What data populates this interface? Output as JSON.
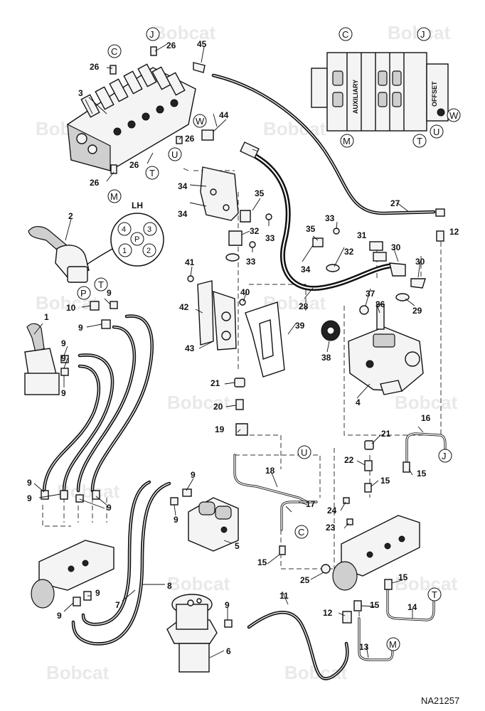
{
  "diagram": {
    "drawing_number": "NA21257",
    "watermark": "Bobcat",
    "connector_label": "LH",
    "valve_labels": {
      "auxiliary": "AUXILIARY",
      "offset": "OFFSET"
    },
    "connector_pins": [
      "4",
      "3",
      "P",
      "1",
      "2"
    ],
    "callouts": {
      "c1": "1",
      "c2": "2",
      "c3": "3",
      "c4": "4",
      "c5": "5",
      "c6": "6",
      "c7": "7",
      "c8": "8",
      "c9": "9",
      "c10": "10",
      "c11": "11",
      "c12": "12",
      "c13": "13",
      "c14": "14",
      "c15": "15",
      "c16": "16",
      "c17": "17",
      "c18": "18",
      "c19": "19",
      "c20": "20",
      "c21": "21",
      "c22": "22",
      "c23": "23",
      "c24": "24",
      "c25": "25",
      "c26": "26",
      "c27": "27",
      "c28": "28",
      "c29": "29",
      "c30": "30",
      "c31": "31",
      "c32": "32",
      "c33": "33",
      "c34": "34",
      "c35": "35",
      "c36": "36",
      "c37": "37",
      "c38": "38",
      "c39": "39",
      "c40": "40",
      "c41": "41",
      "c42": "42",
      "c43": "43",
      "c44": "44",
      "c45": "45"
    },
    "refs": {
      "C": "C",
      "J": "J",
      "W": "W",
      "U": "U",
      "T": "T",
      "M": "M",
      "P": "P"
    }
  }
}
